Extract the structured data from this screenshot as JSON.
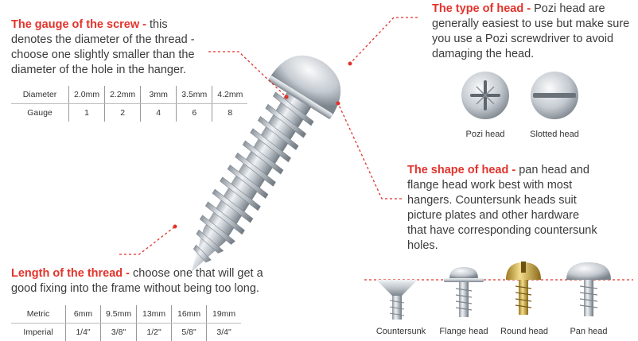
{
  "gauge": {
    "heading": "The gauge of the screw - ",
    "text": "this denotes the diameter of the thread - choose one slightly smaller than the diameter of the hole in the hanger.",
    "table": {
      "row1_label": "Diameter",
      "row1": [
        "2.0mm",
        "2.2mm",
        "3mm",
        "3.5mm",
        "4.2mm"
      ],
      "row2_label": "Gauge",
      "row2": [
        "1",
        "2",
        "4",
        "6",
        "8"
      ]
    }
  },
  "head_type": {
    "heading": "The type of head - ",
    "text": "Pozi head are generally easiest to use but make sure you use a Pozi screwdriver to avoid damaging the head.",
    "captions": [
      "Pozi head",
      "Slotted head"
    ]
  },
  "head_shape": {
    "heading": "The shape of head - ",
    "text": "pan head and flange head work best with most hangers. Countersunk heads suit picture plates and other hardware that have corresponding countersunk holes.",
    "captions": [
      "Countersunk",
      "Flange head",
      "Round head",
      "Pan head"
    ]
  },
  "thread_length": {
    "heading": "Length of the thread - ",
    "text": "choose one that will get a good fixing into the frame without being too long.",
    "table": {
      "row1_label": "Metric",
      "row1": [
        "6mm",
        "9.5mm",
        "13mm",
        "16mm",
        "19mm"
      ],
      "row2_label": "Imperial",
      "row2": [
        "1/4\"",
        "3/8\"",
        "1/2\"",
        "5/8\"",
        "3/4\""
      ]
    }
  },
  "colors": {
    "accent": "#e2332b",
    "text": "#3b3b3b",
    "metal": "#c9ced4",
    "brass": "#d8b650"
  }
}
